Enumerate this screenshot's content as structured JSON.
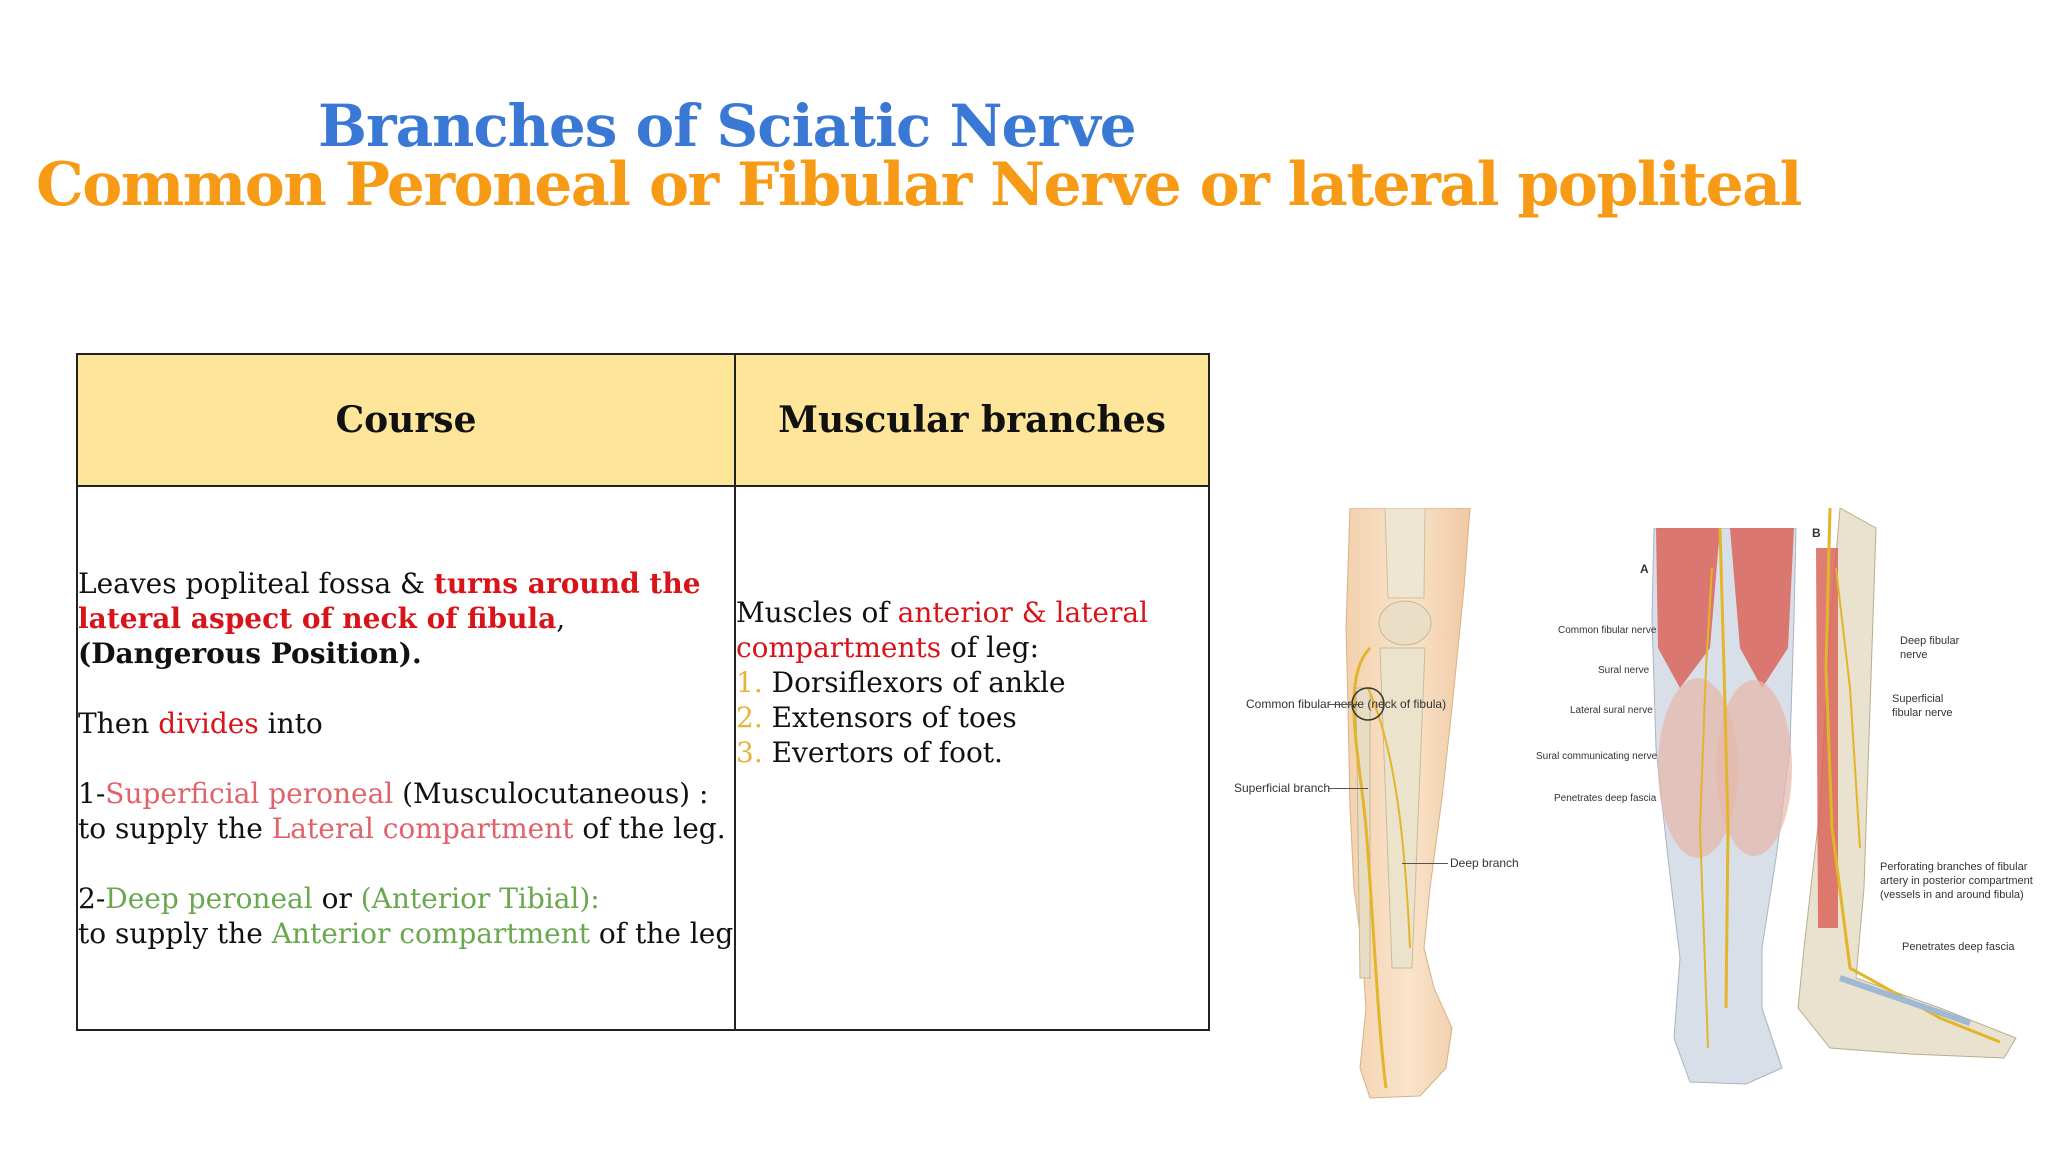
{
  "title": "Branches of Sciatic Nerve",
  "subtitle": "Common Peroneal or Fibular Nerve or lateral popliteal",
  "table": {
    "headers": [
      "Course",
      "Muscular branches"
    ],
    "course": {
      "p1_a": "Leaves popliteal fossa & ",
      "p1_b": "turns around the lateral aspect of neck of fibula",
      "p1_c": ", ",
      "p1_d": "(Dangerous Position).",
      "p2_a": "Then ",
      "p2_b": "divides",
      "p2_c": " into",
      "p3_a": "1-",
      "p3_b": "Superficial peroneal",
      "p3_c": " (Musculocutaneous) :",
      "p3_d": "to supply the ",
      "p3_e": "Lateral compartment",
      "p3_f": " of the leg.",
      "p4_a": "2-",
      "p4_b": "Deep peroneal",
      "p4_c": " or ",
      "p4_d": "(Anterior Tibial):",
      "p4_e": "to supply the ",
      "p4_f": "Anterior compartment",
      "p4_g": " of the leg"
    },
    "muscular": {
      "intro_a": "Muscles of ",
      "intro_b": "anterior & lateral compartments",
      "intro_c": " of leg:",
      "items": [
        {
          "num": "1.",
          "text": " Dorsiflexors of ankle"
        },
        {
          "num": "2.",
          "text": " Extensors of toes"
        },
        {
          "num": "3.",
          "text": " Evertors of foot."
        }
      ]
    }
  },
  "figure1": {
    "labels": {
      "common": "Common fibular nerve (neck of fibula)",
      "superficial": "Superficial branch",
      "deep": "Deep branch"
    }
  },
  "figure2": {
    "panel": "A",
    "labels": {
      "common": "Common fibular nerve",
      "sural": "Sural nerve",
      "lateral_sural": "Lateral sural nerve",
      "sural_comm": "Sural communicating nerve",
      "penetrates": "Penetrates deep fascia"
    }
  },
  "figure3": {
    "panel": "B",
    "labels": {
      "deep": "Deep fibular nerve",
      "superficial": "Superficial fibular nerve",
      "perforating": "Perforating branches of fibular artery in posterior compartment (vessels in and around fibula)",
      "penetrates": "Penetrates deep fascia"
    }
  },
  "colors": {
    "title": "#3a78d6",
    "subtitle": "#f79a16",
    "header_bg": "#fde59a",
    "red": "#d8141b",
    "pink": "#e0626a",
    "green": "#6aa84f",
    "number": "#e6b43a"
  }
}
